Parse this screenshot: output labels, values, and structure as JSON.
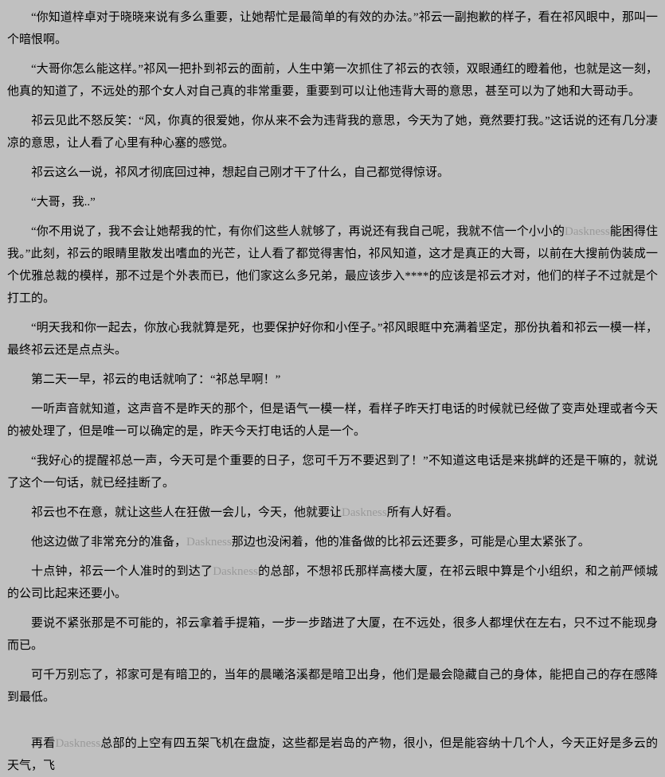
{
  "page": {
    "background": "#c0c0c0",
    "text_color": "#000000"
  },
  "highlight": {
    "term": "Daskness",
    "color": "#9a9a9a"
  },
  "document": {
    "paragraphs": [
      "“你知道梓卓对于晓晓来说有多么重要，让她帮忙是最简单的有效的办法。”祁云一副抱歉的样子，看在祁风眼中，那叫一个暗恨啊。",
      "“大哥你怎么能这样。”祁风一把扑到祁云的面前，人生中第一次抓住了祁云的衣领，双眼通红的瞪着他，也就是这一刻，他真的知道了，不远处的那个女人对自己真的非常重要，重要到可以让他违背大哥的意思，甚至可以为了她和大哥动手。",
      "祁云见此不怒反笑：“风，你真的很爱她，你从来不会为违背我的意思，今天为了她，竟然要打我。”这话说的还有几分凄凉的意思，让人看了心里有种心塞的感觉。",
      "祁云这么一说，祁风才彻底回过神，想起自己刚才干了什么，自己都觉得惊讶。",
      "“大哥，我..”",
      "“你不用说了，我不会让她帮我的忙，有你们这些人就够了，再说还有我自己呢，我就不信一个小小的Daskness能困得住我。”此刻，祁云的眼睛里散发出嗜血的光芒，让人看了都觉得害怕，祁风知道，这才是真正的大哥，以前在大搜前伪装成一个优雅总裁的模样，那不过是个外表而已，他们家这么多兄弟，最应该步入****的应该是祁云才对，他们的样子不过就是个打工的。",
      "“明天我和你一起去，你放心我就算是死，也要保护好你和小侄子。”祁风眼眶中充满着坚定，那份执着和祁云一模一样，最终祁云还是点点头。",
      "第二天一早，祁云的电话就响了：“祁总早啊！”",
      "一听声音就知道，这声音不是昨天的那个，但是语气一模一样，看样子昨天打电话的时候就已经做了变声处理或者今天的被处理了，但是唯一可以确定的是，昨天今天打电话的人是一个。",
      "“我好心的提醒祁总一声，今天可是个重要的日子，您可千万不要迟到了！”不知道这电话是来挑衅的还是干嘛的，就说了这个一句话，就已经挂断了。",
      "祁云也不在意，就让这些人在狂傲一会儿，今天，他就要让Daskness所有人好看。",
      "他这边做了非常充分的准备，Daskness那边也没闲着，他的准备做的比祁云还要多，可能是心里太紧张了。",
      "十点钟，祁云一个人准时的到达了Daskness的总部，不想祁氏那样高楼大厦，在祁云眼中算是个小组织，和之前严倾城的公司比起来还要小。",
      "要说不紧张那是不可能的，祁云拿着手提箱，一步一步踏进了大厦，在不远处，很多人都埋伏在左右，只不过不能现身而已。",
      "可千万别忘了，祁家可是有暗卫的，当年的晨曦洛溪都是暗卫出身，他们是最会隐藏自己的身体，能把自己的存在感降到最低。",
      "再看Daskness总部的上空有四五架飞机在盘旋，这些都是岩岛的产物，很小，但是能容纳十几个人，今天正好是多云的天气，飞"
    ]
  }
}
